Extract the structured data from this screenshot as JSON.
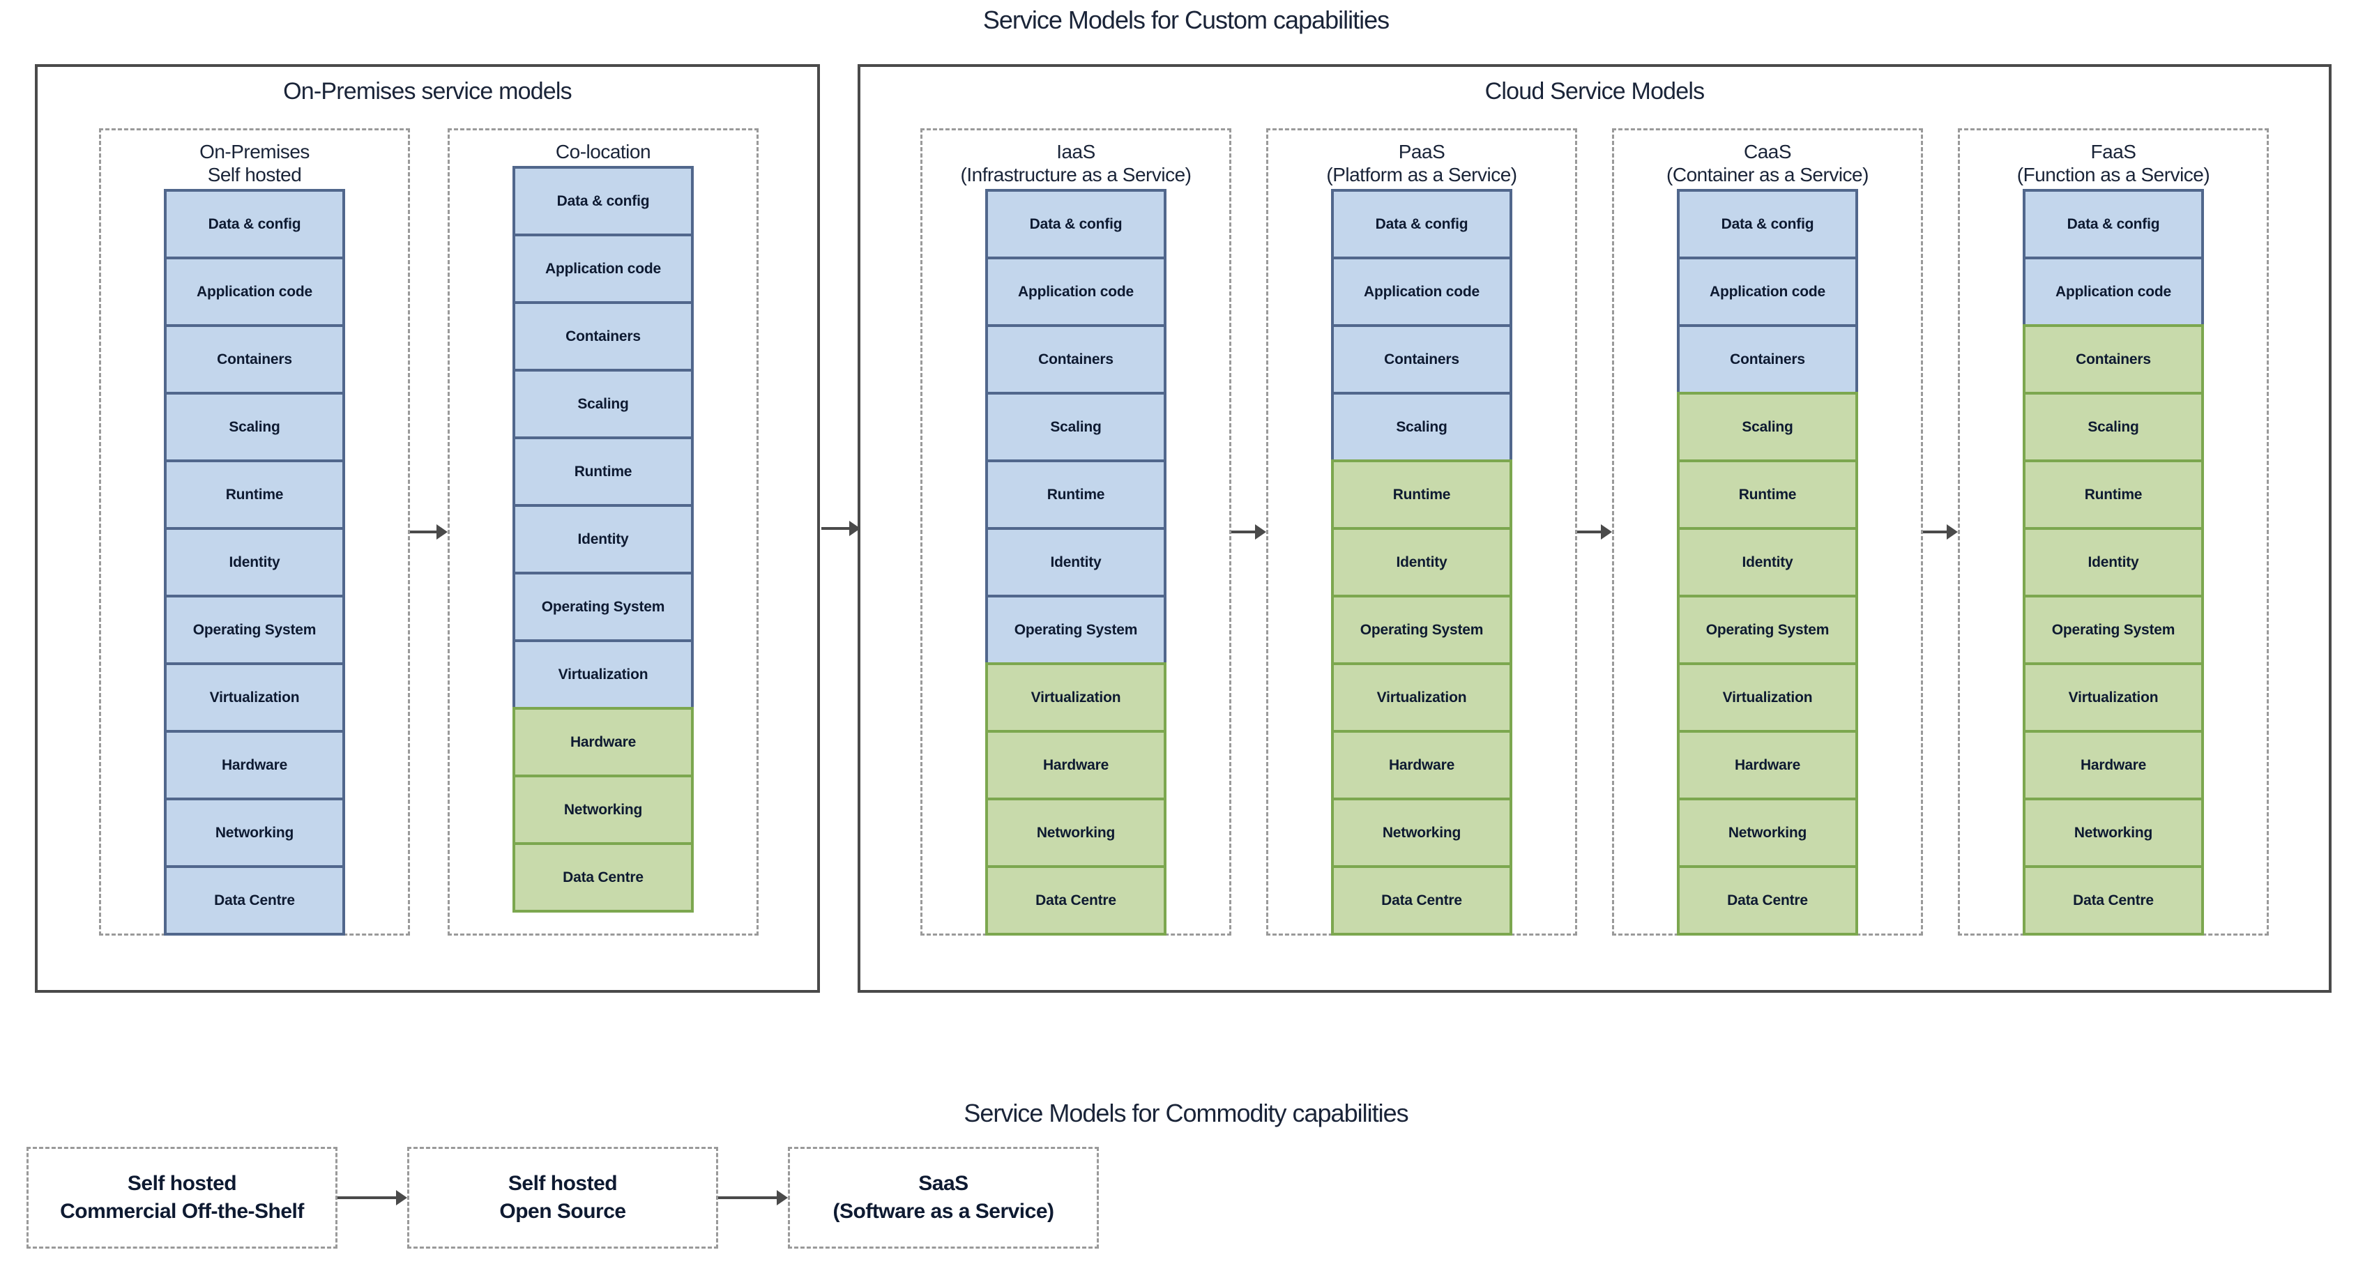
{
  "page_title": "Service Models for Custom capabilities",
  "commodity_title": "Service Models for Commodity capabilities",
  "layers": [
    "Data & config",
    "Application code",
    "Containers",
    "Scaling",
    "Runtime",
    "Identity",
    "Operating System",
    "Virtualization",
    "Hardware",
    "Networking",
    "Data Centre"
  ],
  "groups": [
    {
      "id": "on-premises",
      "label": "On-Premises service models",
      "columns": [
        {
          "id": "on-premises-self-hosted",
          "header_lines": [
            "On-Premises",
            "Self hosted"
          ],
          "green_from": 11
        },
        {
          "id": "co-location",
          "header_lines": [
            "Co-location"
          ],
          "green_from": 8
        }
      ]
    },
    {
      "id": "cloud",
      "label": "Cloud Service Models",
      "columns": [
        {
          "id": "iaas",
          "header_lines": [
            "IaaS",
            "(Infrastructure as a Service)"
          ],
          "green_from": 7
        },
        {
          "id": "paas",
          "header_lines": [
            "PaaS",
            "(Platform as a Service)"
          ],
          "green_from": 4
        },
        {
          "id": "caas",
          "header_lines": [
            "CaaS",
            "(Container as a Service)"
          ],
          "green_from": 3
        },
        {
          "id": "faas",
          "header_lines": [
            "FaaS",
            "(Function as a Service)"
          ],
          "green_from": 2
        }
      ]
    }
  ],
  "commodity_flow": [
    {
      "id": "self-hosted-commercial-off-the-shelf",
      "lines": [
        "Self hosted",
        "Commercial Off-the-Shelf"
      ]
    },
    {
      "id": "self-hosted-open-source",
      "lines": [
        "Self hosted",
        "Open Source"
      ]
    },
    {
      "id": "saas",
      "lines": [
        "SaaS",
        "(Software as a Service)"
      ]
    }
  ],
  "colors": {
    "blue_fill": "#c3d6ec",
    "blue_border": "#51678c",
    "green_fill": "#c8daab",
    "green_border": "#7ca74f",
    "frame_border": "#4a4a4a",
    "dashed_border": "#9a9a9a",
    "arrow": "#4a4a4a",
    "title_text": "#1a2438",
    "cell_text": "#0e1a31"
  }
}
